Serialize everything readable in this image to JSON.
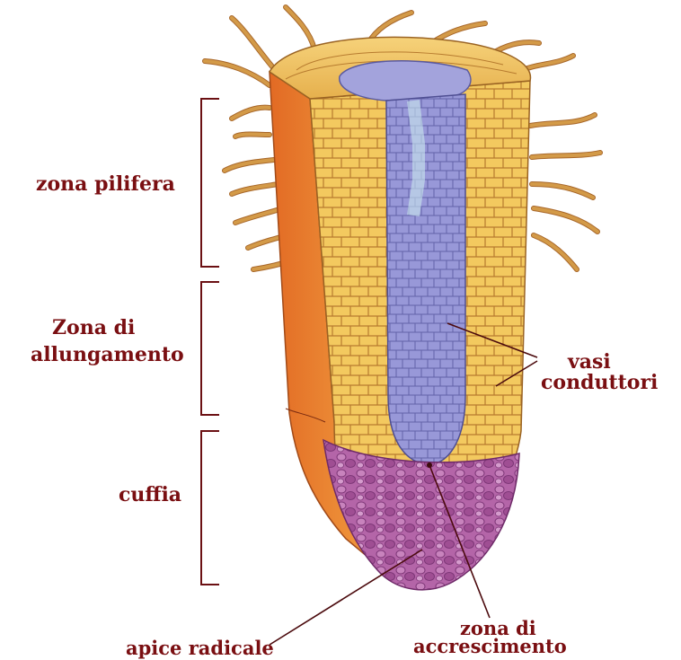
{
  "labels": {
    "zona_pilifera": "zona pilifera",
    "zona_allungamento_line1": "Zona di",
    "zona_allungamento_line2": "allungamento",
    "cuffia": "cuffia",
    "vasi_line1": "vasi",
    "vasi_line2": "conduttori",
    "zona_accrescimento_line1": "zona di",
    "zona_accrescimento_line2": "accrescimento",
    "apice_radicale": "apice radicale"
  },
  "colors": {
    "label_text": "#7a0f12",
    "cortex": "#f2c55e",
    "epidermis": "#e07a2a",
    "vascular_cylinder": "#8f8fd0",
    "root_cap": "#a8589c",
    "root_hair": "#d39a48"
  }
}
